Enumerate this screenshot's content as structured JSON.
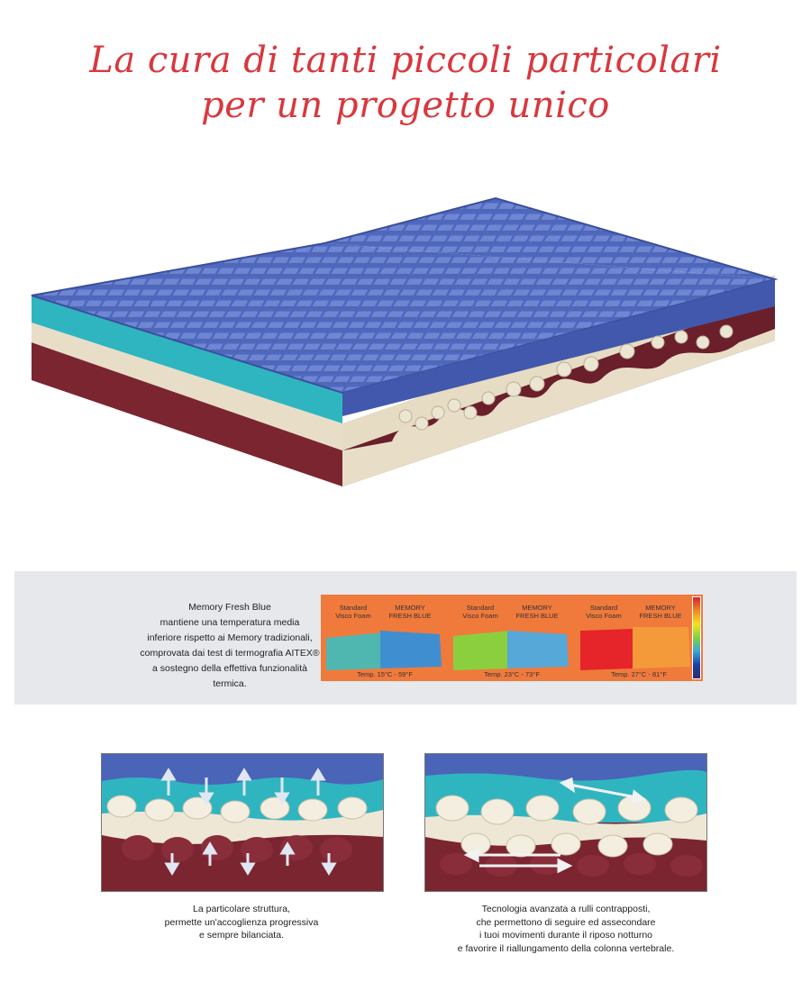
{
  "title": {
    "line1": "La cura di tanti piccoli particolari",
    "line2": "per un progetto unico"
  },
  "thermal": {
    "description": [
      "Memory Fresh Blue",
      "mantiene una temperatura media",
      "inferiore rispetto ai Memory tradizionali,",
      "comprovata dai test di termografia AITEX®",
      "a sostegno della effettiva funzionalità termica."
    ],
    "panels": [
      {
        "left_label": "Standard\nVisco Foam",
        "right_label": "MEMORY\nFRESH BLUE",
        "temp": "Temp. 15°C - 59°F",
        "left_color": "#4fb7b0",
        "right_color": "#3f8fd0"
      },
      {
        "left_label": "Standard\nVisco Foam",
        "right_label": "MEMORY\nFRESH BLUE",
        "temp": "Temp. 23°C - 73°F",
        "left_color": "#8ccf3e",
        "right_color": "#56a8d8"
      },
      {
        "left_label": "Standard\nVisco Foam",
        "right_label": "MEMORY\nFRESH BLUE",
        "temp": "Temp. 27°C - 81°F",
        "left_color": "#e5252a",
        "right_color": "#f49a3a"
      }
    ]
  },
  "details": {
    "left_caption": [
      "La particolare struttura,",
      "permette un'accoglienza progressiva",
      "e sempre bilanciata."
    ],
    "right_caption": [
      "Tecnologia avanzata a rulli contrapposti,",
      "che permettono di seguire ed assecondare",
      "i tuoi movimenti durante il riposo notturno",
      "e favorire il riallungamento della colonna vertebrale."
    ]
  },
  "colors": {
    "title": "#d8383e",
    "top_layer": "#4b63b8",
    "teal_layer": "#2fb5c0",
    "cream_layer": "#ece3cf",
    "bottom_layer": "#7b2531"
  }
}
